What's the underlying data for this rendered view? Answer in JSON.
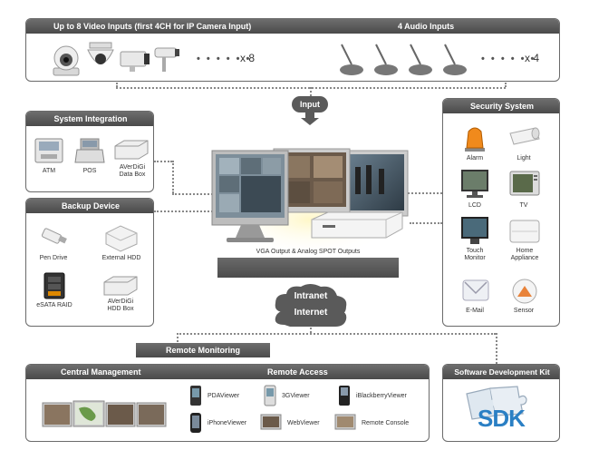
{
  "video_inputs": {
    "title": "Up to 8 Video Inputs (first 4CH for IP Camera Input)",
    "count": "x 8",
    "dots": "• • • • • •"
  },
  "audio_inputs": {
    "title": "4 Audio Inputs",
    "count": "x 4",
    "dots": "• • • • • •"
  },
  "input_badge": "Input",
  "system_integration": {
    "title": "System Integration",
    "items": [
      "ATM",
      "POS",
      "AVerDiGi\nData Box"
    ]
  },
  "backup_device": {
    "title": "Backup Device",
    "items": [
      "Pen Drive",
      "External HDD",
      "eSATA RAID",
      "AVerDiGi\nHDD Box"
    ]
  },
  "security_system": {
    "title": "Security System",
    "items": [
      "Alarm",
      "Light",
      "LCD",
      "TV",
      "Touch\nMonitor",
      "Home\nAppliance",
      "E-Mail",
      "Sensor"
    ]
  },
  "output_bar": "VGA Output & Analog SPOT Outputs",
  "network": {
    "intranet": "Intranet",
    "internet": "Internet"
  },
  "remote_monitoring": "Remote Monitoring",
  "central_management": "Central Management",
  "remote_access": {
    "title": "Remote Access",
    "items": [
      "PDAViewer",
      "3GViewer",
      "iBlackberryViewer",
      "iPhoneViewer",
      "WebViewer",
      "Remote Console"
    ]
  },
  "sdk": {
    "title": "Software Development Kit",
    "logo": "SDK"
  }
}
